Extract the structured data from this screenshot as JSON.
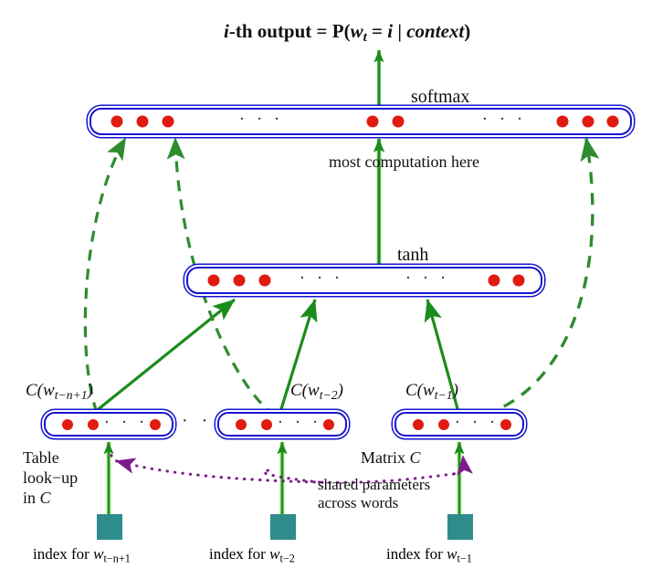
{
  "figure": {
    "title_formula": {
      "prefix_italic": "i",
      "rest": "-th output = ",
      "prob": "P(",
      "w": "w",
      "w_sub": "t",
      "eq": " = ",
      "i": "i",
      "bar": " | ",
      "context": "context",
      "close": ")",
      "plain": "i-th output = P(w_t = i | context)"
    },
    "layers": {
      "softmax": {
        "label": "softmax",
        "groups": [
          {
            "dots": 3
          },
          {
            "ellipsis": "· · ·"
          },
          {
            "dots": 2
          },
          {
            "ellipsis": "· · ·"
          },
          {
            "dots": 3
          }
        ]
      },
      "tanh": {
        "label": "tanh",
        "groups": [
          {
            "dots": 3
          },
          {
            "ellipsis": "· · ·"
          },
          {
            "ellipsis": "· · ·"
          },
          {
            "dots": 2
          }
        ]
      },
      "embeddings": [
        {
          "label_fn": "C(",
          "label_w": "w",
          "label_sub": "t−n+1",
          "label_close": ")",
          "plain": "C(w_t-n+1)",
          "dots": 2,
          "ellipsis": "· · ·",
          "tail_dots": 1
        },
        {
          "label_fn": "C(",
          "label_w": "w",
          "label_sub": "t−2",
          "label_close": ")",
          "plain": "C(w_t-2)",
          "dots": 2,
          "ellipsis": "· · ·",
          "tail_dots": 1
        },
        {
          "label_fn": "C(",
          "label_w": "w",
          "label_sub": "t−1",
          "label_close": ")",
          "plain": "C(w_t-1)",
          "dots": 2,
          "ellipsis": "· · ·",
          "tail_dots": 1
        }
      ],
      "between_embeddings_ellipsis": "· · ·"
    },
    "annotations": {
      "most_computation": "most  computation here",
      "table_lookup_line1": "Table",
      "table_lookup_line2": "look−up",
      "table_lookup_line3_pre": "in ",
      "table_lookup_line3_c": "C",
      "matrix_pre": "Matrix ",
      "matrix_c": "C",
      "shared_line1": "shared parameters",
      "shared_line2": "across words"
    },
    "inputs": [
      {
        "label_pre": "index for ",
        "label_w": "w",
        "label_sub": "t−n+1",
        "plain": "index for w_t-n+1"
      },
      {
        "label_pre": "index for ",
        "label_w": "w",
        "label_sub": "t−2",
        "plain": "index for w_t-2"
      },
      {
        "label_pre": "index for ",
        "label_w": "w",
        "label_sub": "t−1",
        "plain": "index for w_t-1"
      }
    ],
    "colors": {
      "layer_border": "#1414cf",
      "neuron": "#e01b10",
      "arrow_solid": "#1b8c1b",
      "arrow_dashed": "#2e8c2e",
      "index_square": "#2e8c8c",
      "dotted_curve": "#7d1b8c",
      "text": "#111111",
      "background": "#ffffff"
    }
  }
}
